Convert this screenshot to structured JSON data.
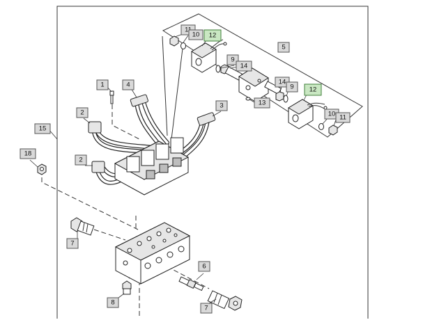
{
  "callouts": {
    "c1": "1",
    "c2a": "2",
    "c2b": "2",
    "c3": "3",
    "c4": "4",
    "c5": "5",
    "c6": "6",
    "c7a": "7",
    "c7b": "7",
    "c8": "8",
    "c9a": "9",
    "c9b": "9",
    "c10a": "10",
    "c10b": "10",
    "c11a": "11",
    "c11b": "11",
    "c12a": "12",
    "c12b": "12",
    "c13": "13",
    "c14a": "14",
    "c14b": "14",
    "c15": "15",
    "c18": "18"
  },
  "colors": {
    "callout_fill": "#d9d9d9",
    "callout_highlight_fill": "#c9e7c2",
    "line": "#333333"
  }
}
